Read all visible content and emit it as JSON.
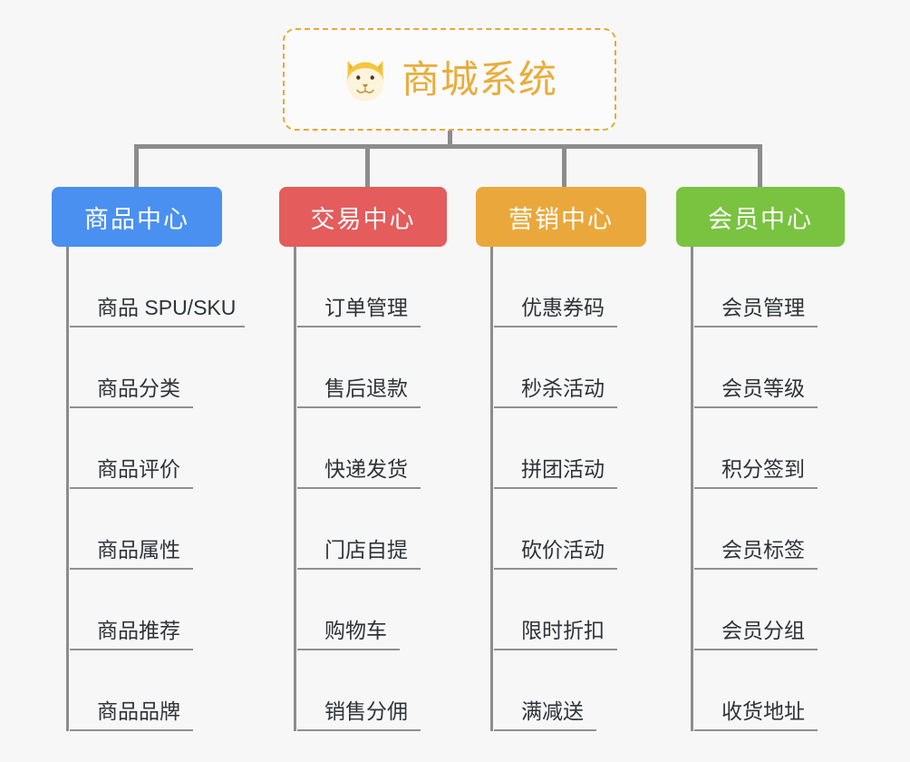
{
  "root": {
    "title": "商城系统",
    "icon": "shiba-dog-icon",
    "border_color": "#e6a83a",
    "text_color": "#e8ad3c"
  },
  "background_color": "#f7f7f7",
  "connector_color": "#8c8c8c",
  "columns": [
    {
      "title": "商品中心",
      "color": "#4a90f0",
      "items": [
        "商品 SPU/SKU",
        "商品分类",
        "商品评价",
        "商品属性",
        "商品推荐",
        "商品品牌"
      ]
    },
    {
      "title": "交易中心",
      "color": "#e45c5c",
      "items": [
        "订单管理",
        "售后退款",
        "快递发货",
        "门店自提",
        "购物车",
        "销售分佣"
      ]
    },
    {
      "title": "营销中心",
      "color": "#eaa83c",
      "items": [
        "优惠券码",
        "秒杀活动",
        "拼团活动",
        "砍价活动",
        "限时折扣",
        "满减送"
      ]
    },
    {
      "title": "会员中心",
      "color": "#79c340",
      "items": [
        "会员管理",
        "会员等级",
        "积分签到",
        "会员标签",
        "会员分组",
        "收货地址"
      ]
    }
  ]
}
